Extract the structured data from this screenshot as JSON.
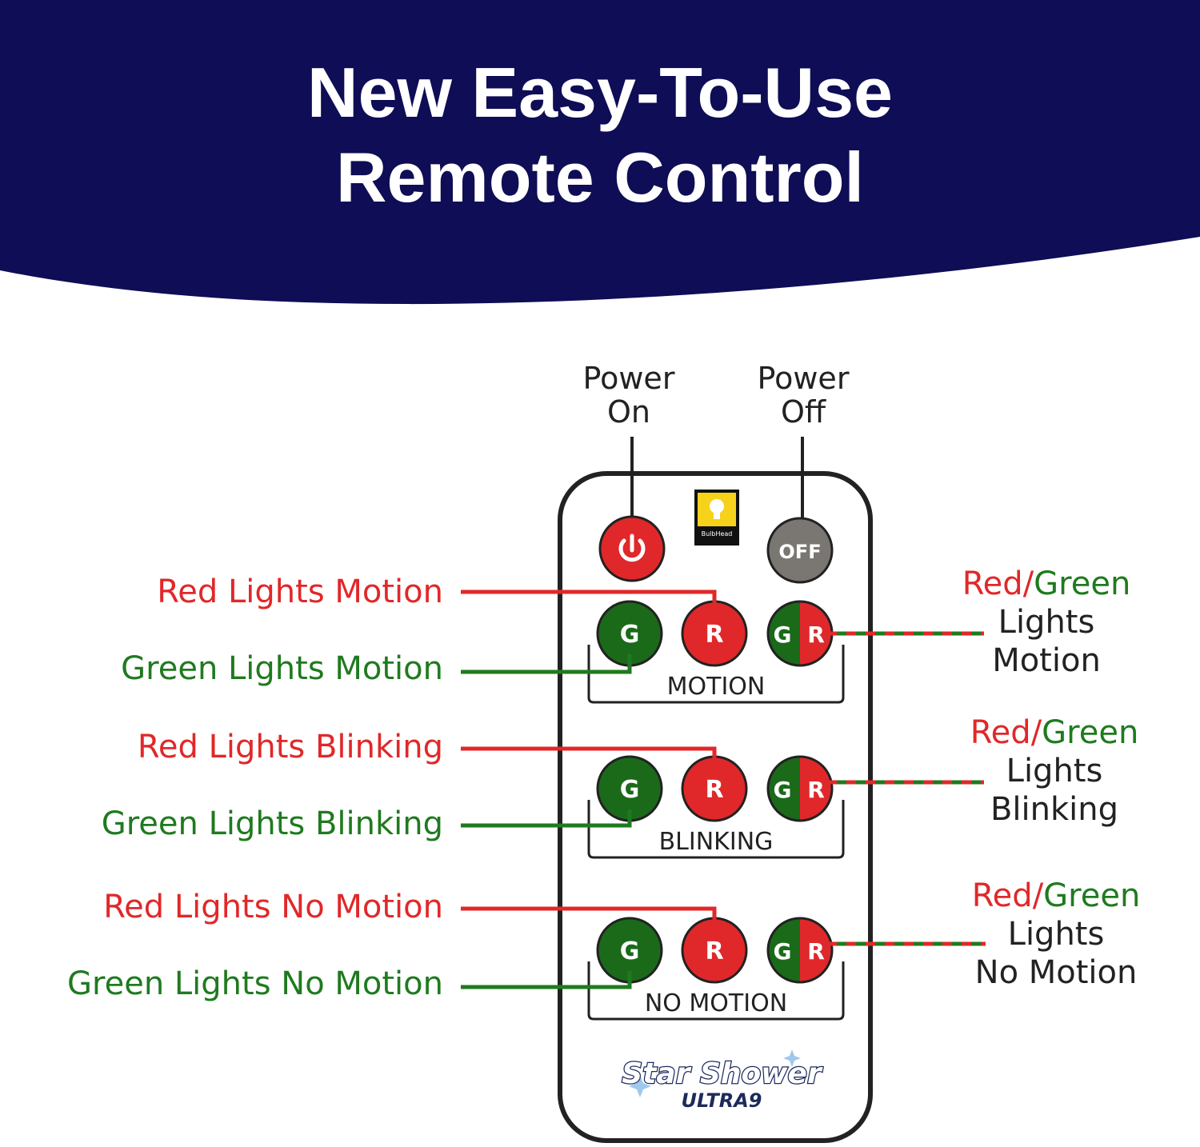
{
  "header": {
    "title_line1": "New Easy-To-Use",
    "title_line2": "Remote Control",
    "background_color": "#0e0d55"
  },
  "top_labels": {
    "power_on": [
      "Power",
      "On"
    ],
    "power_off": [
      "Power",
      "Off"
    ]
  },
  "left_labels": {
    "red_motion": "Red Lights Motion",
    "green_motion": "Green Lights Motion",
    "red_blinking": "Red Lights Blinking",
    "green_blinking": "Green Lights Blinking",
    "red_no_motion": "Red Lights No Motion",
    "green_no_motion": "Green Lights No Motion"
  },
  "right_labels": {
    "motion": {
      "combo_red": "Red",
      "combo_slash": "/",
      "combo_green": "Green",
      "line2": "Lights",
      "line3": "Motion"
    },
    "blinking": {
      "combo_red": "Red",
      "combo_slash": "/",
      "combo_green": "Green",
      "line2": "Lights",
      "line3": "Blinking"
    },
    "no_motion": {
      "combo_red": "Red",
      "combo_slash": "/",
      "combo_green": "Green",
      "line2": "Lights",
      "line3": "No Motion"
    }
  },
  "remote": {
    "off_label": "OFF",
    "g_label": "G",
    "r_label": "R",
    "section_motion": "MOTION",
    "section_blinking": "BLINKING",
    "section_no_motion": "NO MOTION",
    "logo_text": "BulbHead",
    "brand_line1": "Star Shower",
    "brand_line2": "ULTRA9"
  },
  "colors": {
    "red": "#e0282a",
    "green": "#1f7a1f",
    "grey": "#7a7773",
    "text": "#222222"
  }
}
